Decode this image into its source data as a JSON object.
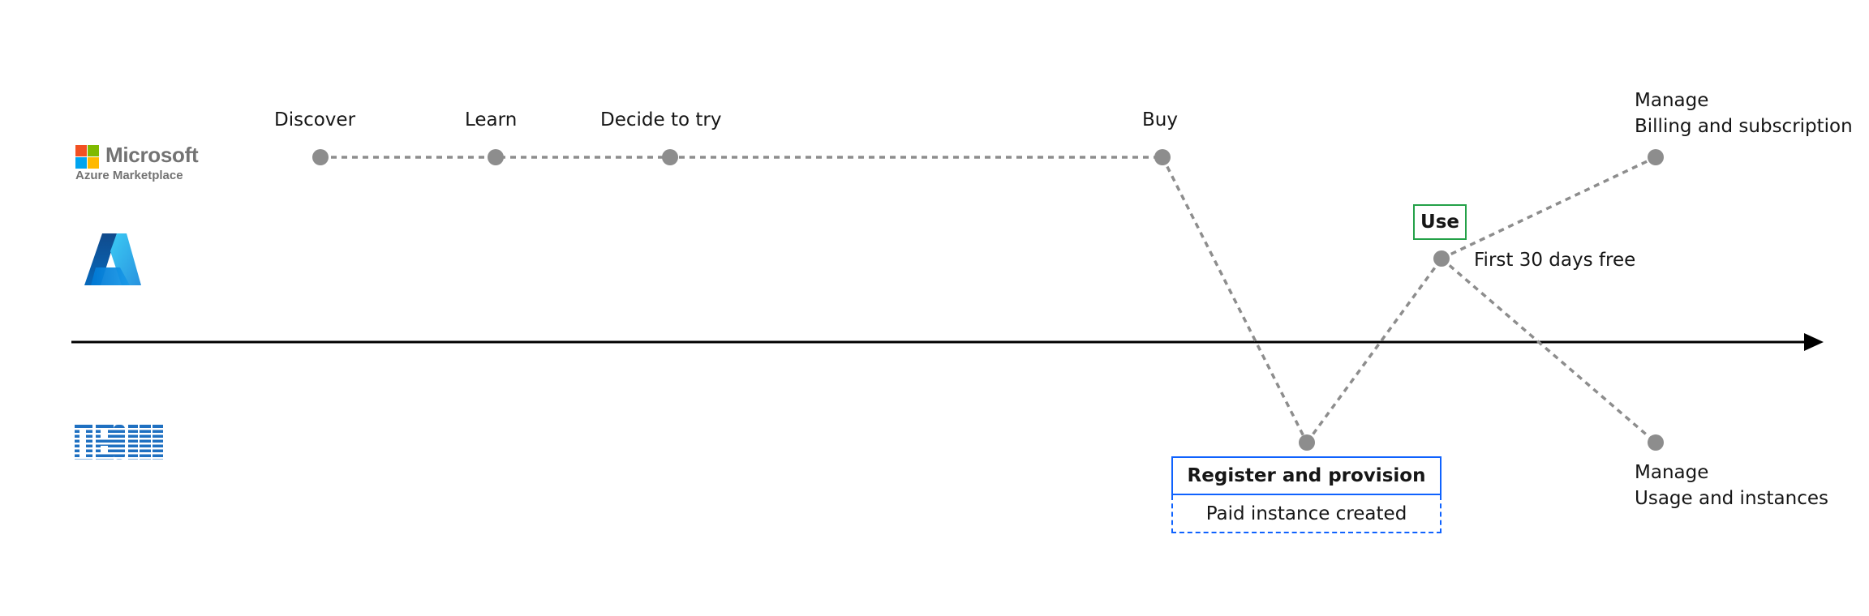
{
  "stages": {
    "discover": "Discover",
    "learn": "Learn",
    "decide": "Decide to try",
    "buy": "Buy",
    "manage_billing_title": "Manage",
    "manage_billing_sub": "Billing and subscription",
    "use": "Use",
    "use_note": "First 30 days free",
    "register": "Register and provision",
    "paid": "Paid instance created",
    "manage_usage_title": "Manage",
    "manage_usage_sub": "Usage and instances"
  },
  "logos": {
    "microsoft": "Microsoft",
    "azure_marketplace": "Azure Marketplace",
    "ibm": "IBM"
  },
  "colors": {
    "node": "#8d8d8d",
    "path": "#8d8d8d",
    "axis": "#000000",
    "use_border": "#24a148",
    "register_border": "#0f62fe",
    "ibm_blue": "#1f70c1",
    "ms_red": "#f25022",
    "ms_green": "#7fba00",
    "ms_blue": "#00a4ef",
    "ms_yellow": "#ffb900",
    "azure_dark": "#0b5fb8",
    "azure_light": "#37c2f3"
  }
}
